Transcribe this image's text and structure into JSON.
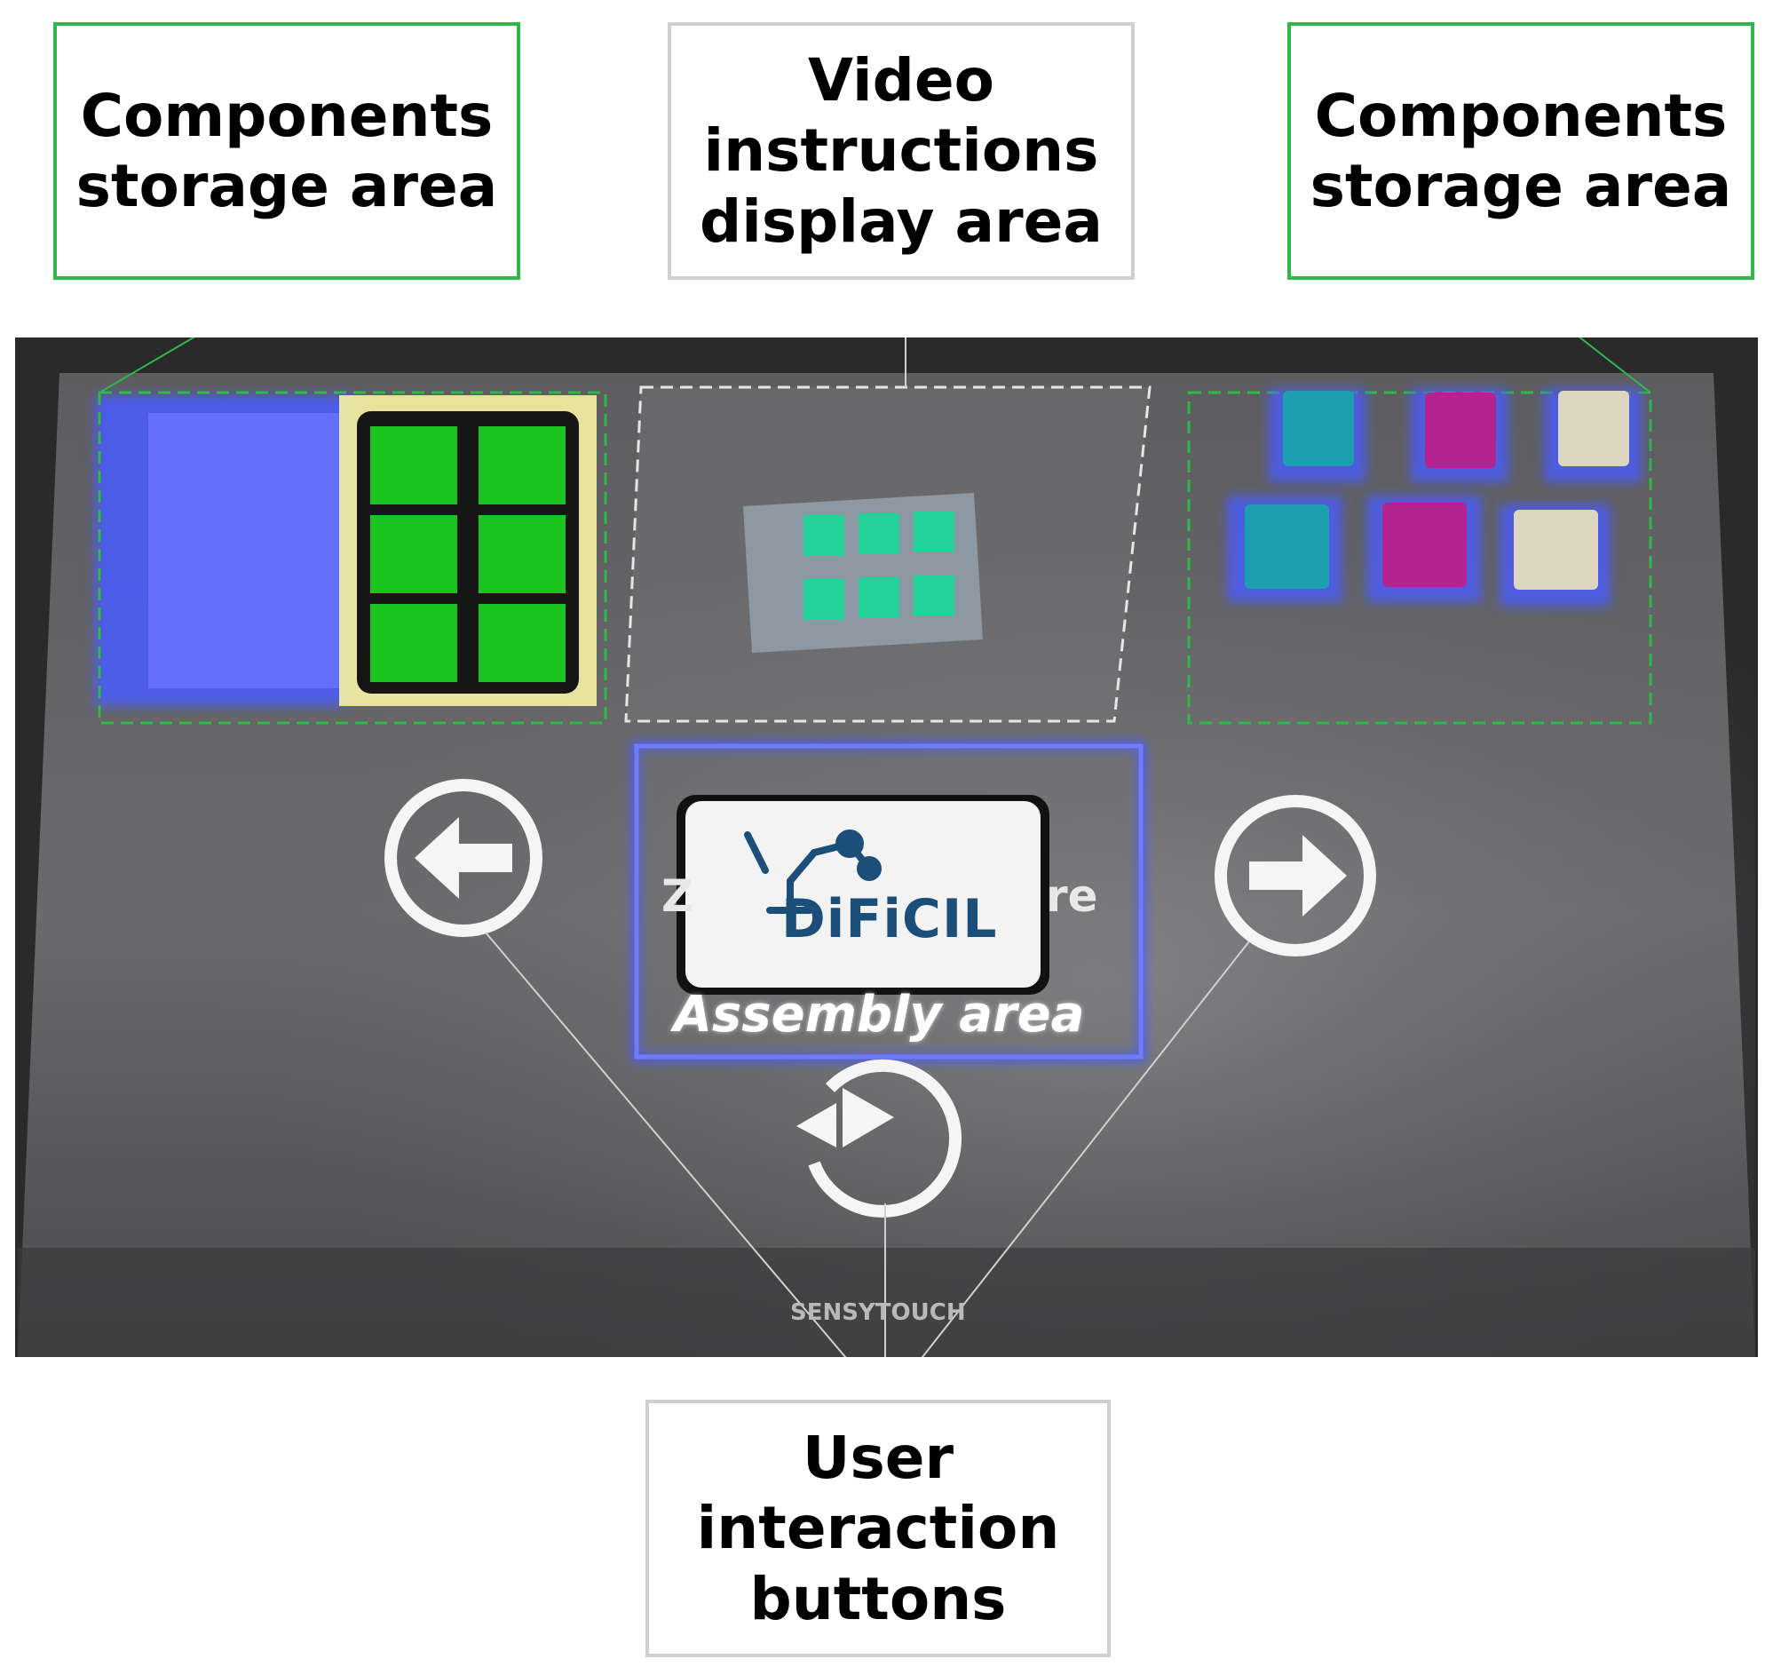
{
  "callouts": {
    "left": "Components\nstorage area",
    "middle": "Video\ninstructions\ndisplay area",
    "right": "Components\nstorage area",
    "bottom": "User\ninteraction\nbuttons"
  },
  "photo": {
    "assembly_label": "Assembly area",
    "screen_text_left": "Z",
    "screen_text_right": "re",
    "logo_text": "DiFiCIL",
    "brand_text": "SENSYTOUCH"
  },
  "colors": {
    "callout_green": "#2fb84a",
    "callout_grey": "#cfcfcf",
    "blue_glow": "#4a5cff",
    "pcb_green": "#19c41f",
    "teal_component": "#1c9fae",
    "magenta_component": "#b3238f",
    "cream_component": "#ddd6bf"
  },
  "icons": [
    "arrow-left-circle-icon",
    "arrow-right-circle-icon",
    "replay-play-icon",
    "robot-arm-logo-icon"
  ]
}
